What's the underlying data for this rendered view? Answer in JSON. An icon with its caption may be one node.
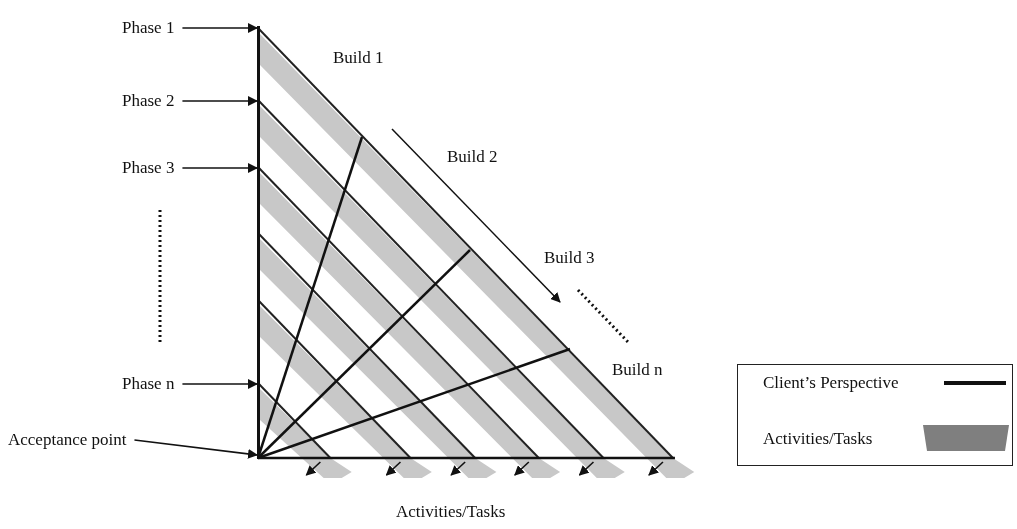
{
  "diagram": {
    "nodes": [
      {
        "text": [
          "Phase 1"
        ]
      },
      {
        "text": [
          "Phase 2"
        ]
      },
      {
        "text": [
          "Phase 3"
        ]
      },
      {
        "text": [
          "Phase n"
        ]
      },
      {
        "text": [
          "Acceptance point"
        ]
      },
      {
        "text": [],
        "shape": "bar"
      }
    ],
    "edges": [
      {
        "from": 0,
        "to": 5,
        "arrow": "to"
      },
      {
        "from": 1,
        "to": 5,
        "arrow": "to"
      },
      {
        "from": 2,
        "to": 5,
        "arrow": "to"
      },
      {
        "from": 3,
        "to": 5,
        "arrow": "to"
      },
      {
        "from": 4,
        "to": 5,
        "arrow": "to"
      }
    ],
    "labels": [
      "Build 1",
      "Build 2",
      "Build 3",
      "Build n",
      "Activities/Tasks"
    ],
    "legend": [
      {
        "text": "Client’s Perspective"
      },
      {
        "text": "Activities/Tasks"
      }
    ]
  }
}
